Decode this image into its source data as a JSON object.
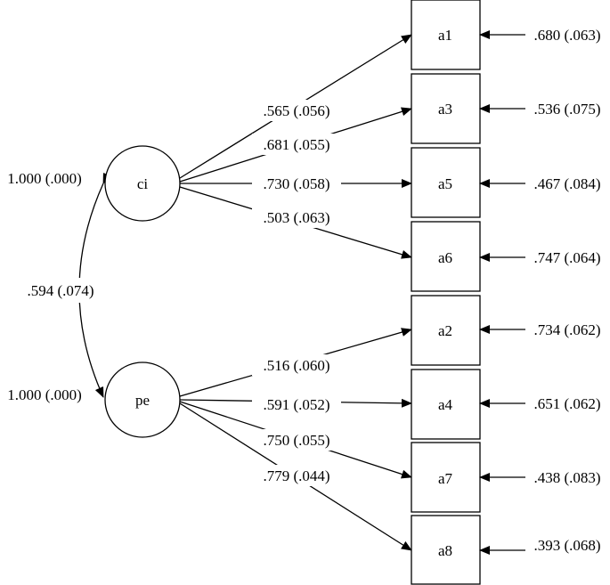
{
  "latent": {
    "ci": {
      "label": "ci",
      "variance": "1.000 (.000)"
    },
    "pe": {
      "label": "pe",
      "variance": "1.000 (.000)"
    }
  },
  "covariance": "ci-pe: .594 (.074)",
  "covariance_label": ".594 (.074)",
  "indicators": [
    {
      "id": "a1",
      "label": "a1",
      "factor": "ci",
      "loading": ".565 (.056)",
      "residual": ".680 (.063)"
    },
    {
      "id": "a3",
      "label": "a3",
      "factor": "ci",
      "loading": ".681 (.055)",
      "residual": ".536 (.075)"
    },
    {
      "id": "a5",
      "label": "a5",
      "factor": "ci",
      "loading": ".730 (.058)",
      "residual": ".467 (.084)"
    },
    {
      "id": "a6",
      "label": "a6",
      "factor": "ci",
      "loading": ".503 (.063)",
      "residual": ".747 (.064)"
    },
    {
      "id": "a2",
      "label": "a2",
      "factor": "pe",
      "loading": ".516 (.060)",
      "residual": ".734 (.062)"
    },
    {
      "id": "a4",
      "label": "a4",
      "factor": "pe",
      "loading": ".591 (.052)",
      "residual": ".651 (.062)"
    },
    {
      "id": "a7",
      "label": "a7",
      "factor": "pe",
      "loading": ".750 (.055)",
      "residual": ".438 (.083)"
    },
    {
      "id": "a8",
      "label": "a8",
      "factor": "pe",
      "loading": ".779 (.044)",
      "residual": ".393 (.068)"
    }
  ]
}
